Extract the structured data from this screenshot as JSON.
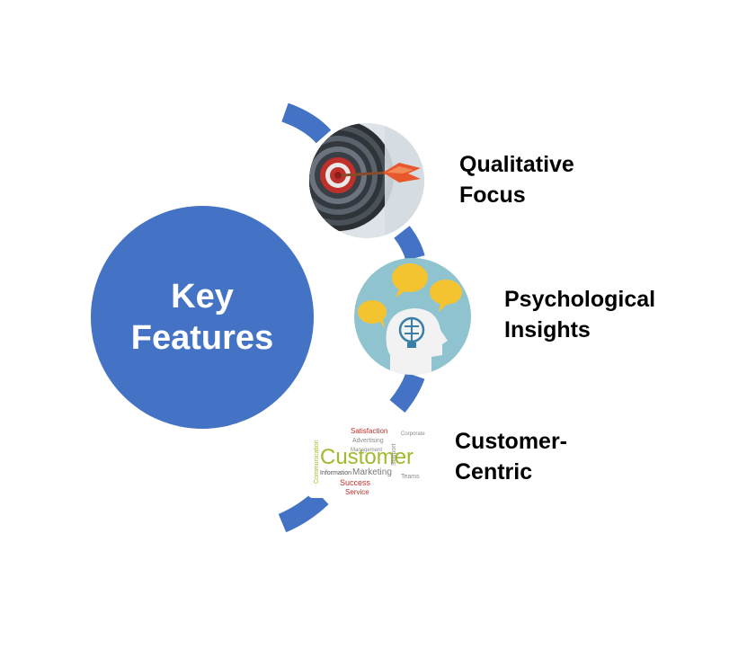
{
  "diagram": {
    "center_label": "Key Features",
    "features": [
      {
        "label": "Qualitative Focus",
        "icon": "target-arrow-icon"
      },
      {
        "label": "Psychological Insights",
        "icon": "head-brain-icon"
      },
      {
        "label": "Customer-Centric",
        "icon": "word-cloud-icon"
      }
    ],
    "word_cloud": [
      "Customer",
      "Marketing",
      "Success",
      "Service",
      "Information",
      "Satisfaction",
      "Advertising",
      "Management",
      "Support",
      "Teams",
      "Corporate",
      "Communication"
    ],
    "colors": {
      "accent": "#4472c4",
      "label_text": "#000000",
      "center_text": "#ffffff",
      "target_red": "#c0302b",
      "arrow_orange": "#e8582c",
      "speech_yellow": "#f4c430",
      "head_background": "#8fc3cf",
      "word_cloud_green": "#a3b82c"
    }
  }
}
